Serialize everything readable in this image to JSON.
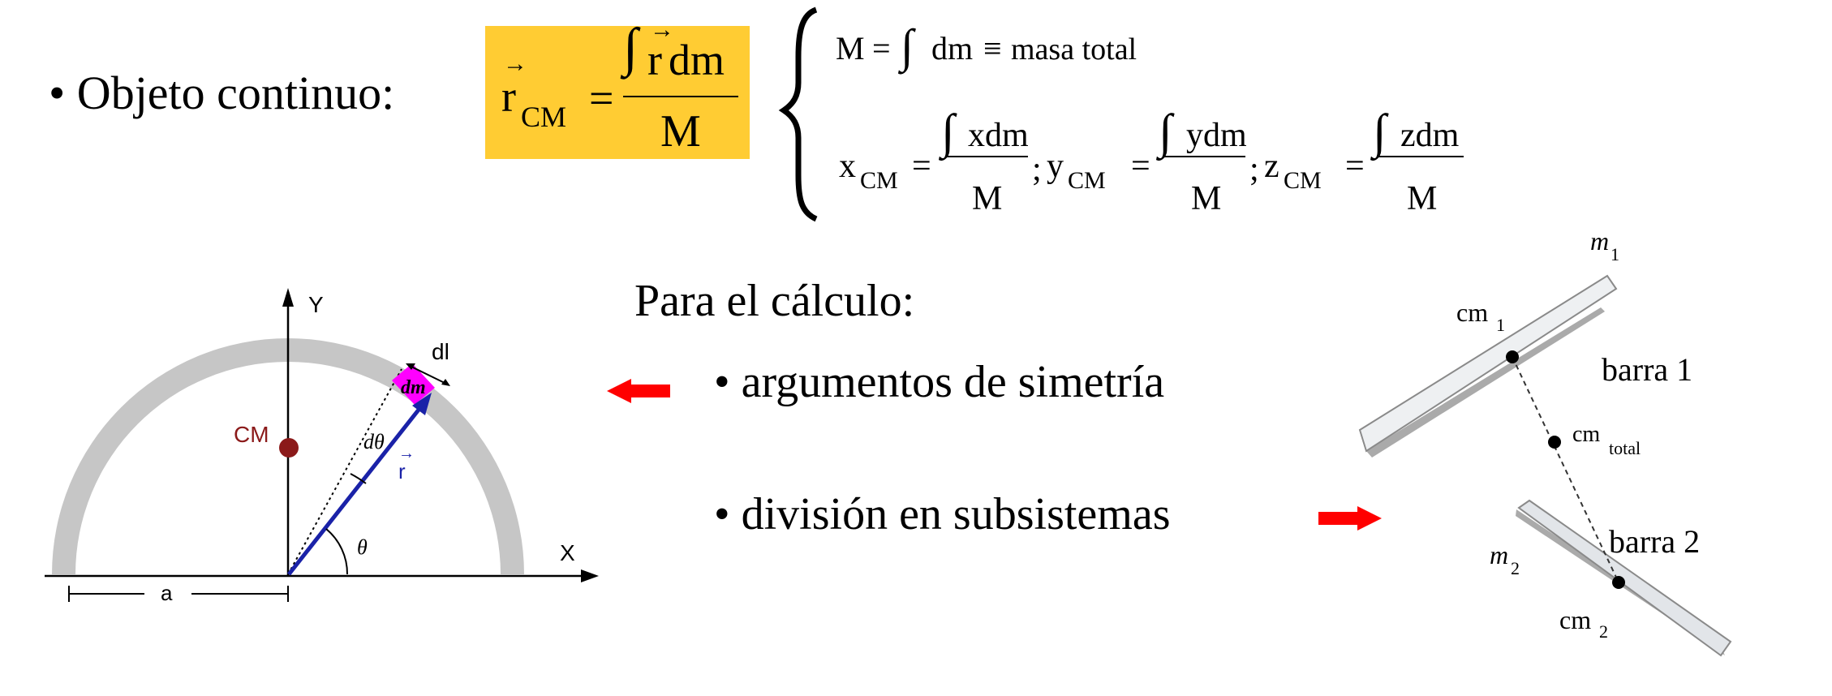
{
  "slide": {
    "bullet_objeto": "• Objeto continuo:",
    "formula": {
      "lhs_r": "r",
      "lhs_sub": "CM",
      "equals": "=",
      "integral": "∫",
      "num_r": "r",
      "num_dm": "dm",
      "den": "M",
      "vec_arrow": "→"
    },
    "defs": {
      "mass_line": {
        "M": "M",
        "eq": "=",
        "integral": "∫",
        "dm": "dm",
        "equiv": "≡",
        "text": "masa total"
      },
      "cm_line": {
        "x": "x",
        "y": "y",
        "z": "z",
        "sub": "CM",
        "eq": "=",
        "integral": "∫",
        "xdm": "xdm",
        "ydm": "ydm",
        "zdm": "zdm",
        "M": "M",
        "semicolon": ";"
      }
    },
    "para_calculo": "Para el cálculo:",
    "bullet_simetria": "•  argumentos de simetría",
    "bullet_division": "• división en subsistemas",
    "arc_diagram": {
      "y_axis": "Y",
      "x_axis": "X",
      "cm": "CM",
      "dl": "dl",
      "dm": "dm",
      "dtheta": "dθ",
      "r": "r",
      "theta": "θ",
      "a": "a",
      "colors": {
        "ring": "#c6c6c6",
        "dm_fill": "#ff00ff",
        "vector": "#1a22a8",
        "cm_dot": "#8b1a1a",
        "cm_label": "#8b1a1a"
      }
    },
    "bars_diagram": {
      "m1": "m",
      "m1_sub": "1",
      "cm1": "cm",
      "cm1_sub": "1",
      "barra1": "barra 1",
      "cm_total": "cm",
      "cm_total_sub": "total",
      "barra2": "barra 2",
      "m2": "m",
      "m2_sub": "2",
      "cm2": "cm",
      "cm2_sub": "2"
    },
    "arrows": {
      "left_color": "#ff0000",
      "right_color": "#ff0000"
    }
  }
}
